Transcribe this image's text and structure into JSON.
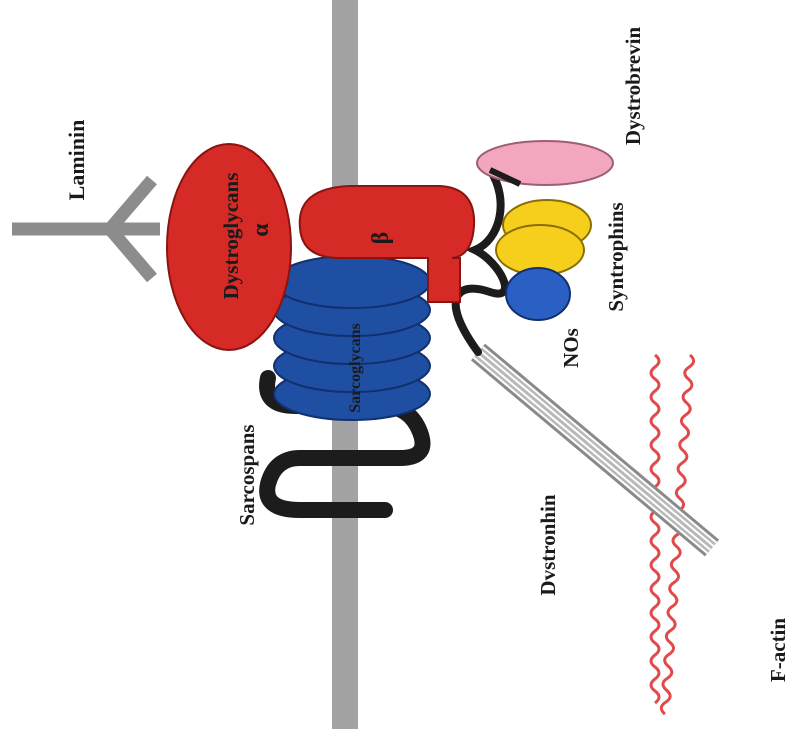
{
  "labels": {
    "laminin": "Laminin",
    "dystroglycans": "Dystroglycans",
    "alpha": "α",
    "beta": "β",
    "sarcoglycans": "Sarcoglycans",
    "sarcospans": "Sarcospans",
    "dystrobrevin": "Dystrobrevin",
    "syntrophins": "Syntrophins",
    "nos": "NOs",
    "dystrophin": "Dvstronhin",
    "factin": "F-actin"
  },
  "colors": {
    "membrane": "#a3a3a3",
    "dystroglycan": "#d52a26",
    "sarcoglycan": "#1f4fa3",
    "sarcospan": "#1c1c1c",
    "dystrobrevin": "#f2a7bf",
    "syntrophin": "#f5cf1c",
    "nos": "#2a5fc4",
    "dystrophin": "#b8b8b8",
    "factin": "#e04a4a",
    "laminin": "#8c8c8c"
  }
}
